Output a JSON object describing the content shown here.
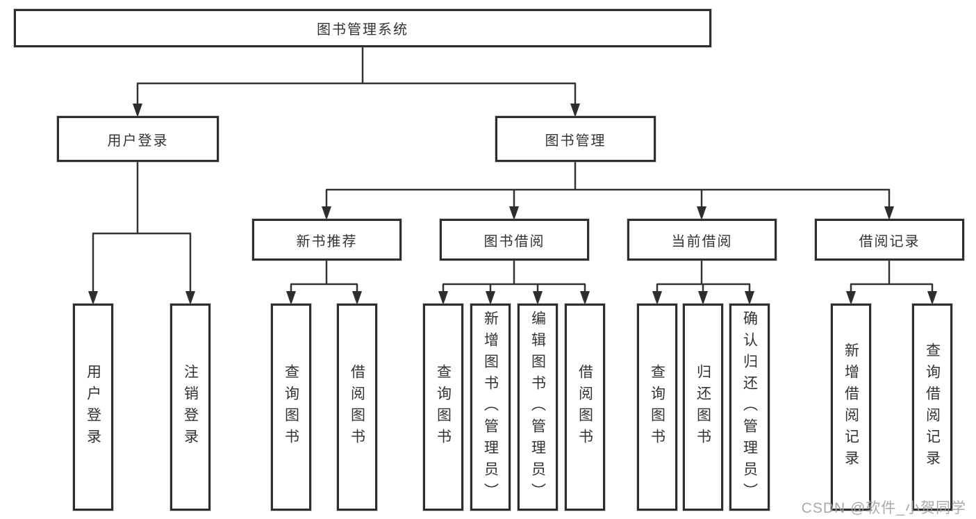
{
  "diagram": {
    "root": {
      "label": "图书管理系统"
    },
    "level2": [
      {
        "label": "用户登录"
      },
      {
        "label": "图书管理"
      }
    ],
    "level3": [
      {
        "label": "新书推荐",
        "parent": "图书管理"
      },
      {
        "label": "图书借阅",
        "parent": "图书管理"
      },
      {
        "label": "当前借阅",
        "parent": "图书管理"
      },
      {
        "label": "借阅记录",
        "parent": "图书管理"
      }
    ],
    "leaves": [
      {
        "label": "用户登录",
        "parent": "用户登录"
      },
      {
        "label": "注销登录",
        "parent": "用户登录"
      },
      {
        "label": "查询图书",
        "parent": "新书推荐"
      },
      {
        "label": "借阅图书",
        "parent": "新书推荐"
      },
      {
        "label": "查询图书",
        "parent": "图书借阅"
      },
      {
        "label": "新增图书（管理员）",
        "parent": "图书借阅"
      },
      {
        "label": "编辑图书（管理员）",
        "parent": "图书借阅"
      },
      {
        "label": "借阅图书",
        "parent": "图书借阅"
      },
      {
        "label": "查询图书",
        "parent": "当前借阅"
      },
      {
        "label": "归还图书",
        "parent": "当前借阅"
      },
      {
        "label": "确认归还（管理员）",
        "parent": "当前借阅"
      },
      {
        "label": "新增借阅记录",
        "parent": "借阅记录"
      },
      {
        "label": "查询借阅记录",
        "parent": "借阅记录"
      }
    ],
    "colors": {
      "line": "#333333",
      "border": "#2e2e2e",
      "text": "#333333",
      "background": "#ffffff",
      "watermark": "#a0a0a0"
    }
  },
  "watermark": {
    "text": "CSDN @软件_小贺同学"
  }
}
